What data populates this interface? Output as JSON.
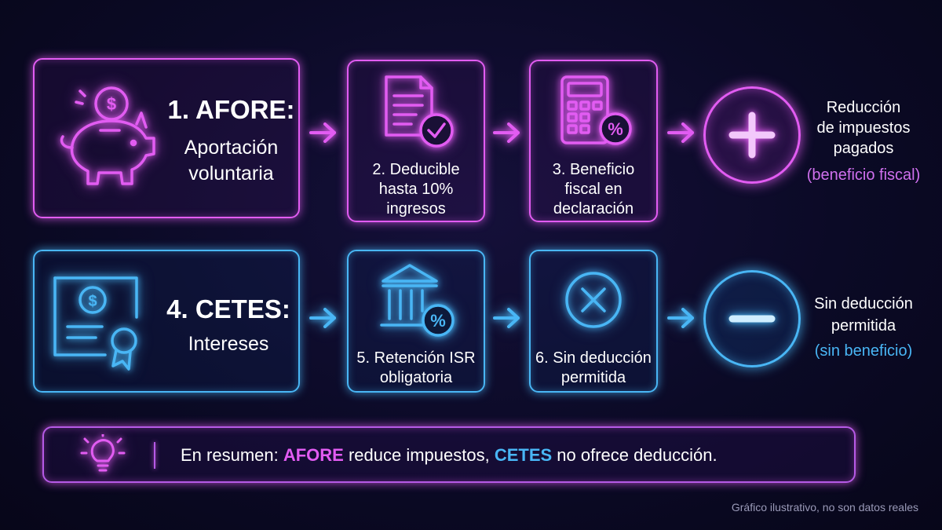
{
  "afore": {
    "title": "1. AFORE:",
    "sub_line1": "Aportación",
    "sub_line2": "voluntaria"
  },
  "step2": {
    "line1": "2. Deducible",
    "line2": "hasta 10%",
    "line3": "ingresos"
  },
  "step3": {
    "line1": "3. Beneficio",
    "line2": "fiscal en",
    "line3": "declaración"
  },
  "result_top": {
    "line1": "Reducción",
    "line2": "de impuestos",
    "line3": "pagados",
    "note": "(beneficio fiscal)"
  },
  "cetes": {
    "title": "4. CETES:",
    "sub": "Intereses"
  },
  "step5": {
    "line1": "5. Retención ISR",
    "line2": "obligatoria"
  },
  "step6": {
    "line1": "6. Sin deducción",
    "line2": "permitida"
  },
  "result_bottom": {
    "line1": "Sin deducción",
    "line2": "permitida",
    "note": "(sin beneficio)"
  },
  "summary": {
    "prefix": "En resumen: ",
    "afore": "AFORE",
    "mid": " reduce impuestos, ",
    "cetes": "CETES",
    "suffix": " no ofrece deducción."
  },
  "footnote": "Gráfico ilustrativo, no son datos reales",
  "colors": {
    "pink": "#e25cf2",
    "blue": "#49b6f5",
    "background": "#0b0a26"
  },
  "icons": [
    "piggy-bank-icon",
    "document-check-icon",
    "calculator-percent-icon",
    "plus-icon",
    "certificate-icon",
    "bank-percent-icon",
    "x-circle-icon",
    "minus-icon",
    "lightbulb-icon",
    "arrow-right-icon"
  ]
}
